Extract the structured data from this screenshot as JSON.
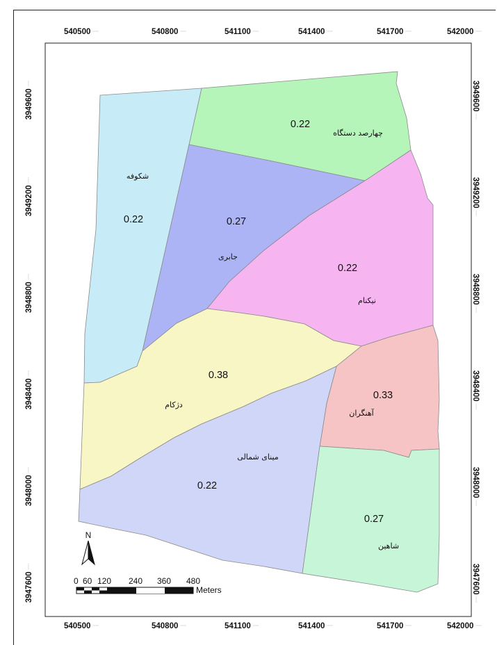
{
  "map": {
    "x_ticks": [
      "540500",
      "540800",
      "541100",
      "541400",
      "541700",
      "542000"
    ],
    "y_ticks": [
      "3949600",
      "3949200",
      "3948800",
      "3948400",
      "3948000",
      "3947600"
    ],
    "tick_unit": "″″″″″″",
    "zones": [
      {
        "name": "چهارصد دستگاه",
        "value": "0.22",
        "fill": "#b5f5ba"
      },
      {
        "name": "شکوفه",
        "value": "0.22",
        "fill": "#c7ecf7"
      },
      {
        "name": "جابری",
        "value": "0.27",
        "fill": "#acb4f6"
      },
      {
        "name": "نیکنام",
        "value": "0.22",
        "fill": "#f6b5f0"
      },
      {
        "name": "دژکام",
        "value": "0.38",
        "fill": "#f8f6c4"
      },
      {
        "name": "آهنگران",
        "value": "0.33",
        "fill": "#f6c4c4"
      },
      {
        "name": "مینای شمالی",
        "value": "0.22",
        "fill": "#d0d6f8"
      },
      {
        "name": "شاهین",
        "value": "0.27",
        "fill": "#c6f5d8"
      }
    ],
    "north_label": "N",
    "scale": {
      "labels": [
        "0",
        "60",
        "120",
        "240",
        "360",
        "480"
      ],
      "unit": "Meters"
    }
  }
}
